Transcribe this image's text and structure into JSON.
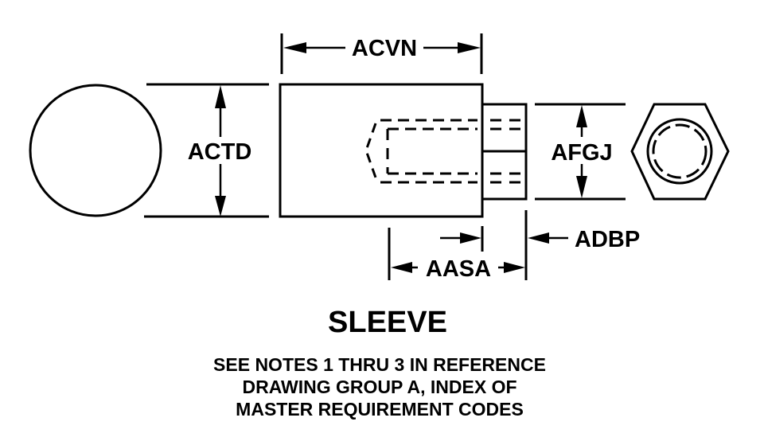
{
  "drawing": {
    "title": "SLEEVE",
    "dimensions": {
      "length": "ACVN",
      "diameter": "ACTD",
      "hex_across_flats": "AFGJ",
      "thread_depth": "AASA",
      "hex_length": "ADBP"
    },
    "notes": [
      "SEE NOTES 1 THRU 3 IN REFERENCE",
      "DRAWING GROUP A, INDEX OF",
      "MASTER REQUIREMENT CODES"
    ]
  }
}
